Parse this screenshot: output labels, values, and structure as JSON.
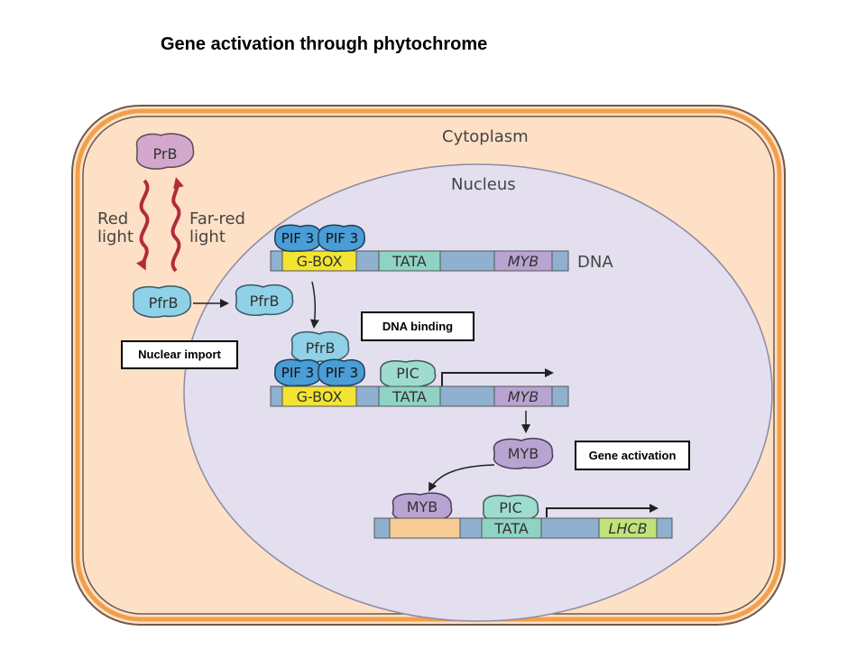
{
  "title": "Gene activation through phytochrome",
  "diagram": {
    "compartments": {
      "cytoplasm": "Cytoplasm",
      "nucleus": "Nucleus"
    },
    "light": {
      "red": [
        "Red",
        "light"
      ],
      "far_red": [
        "Far-red",
        "light"
      ]
    },
    "proteins": {
      "prb": "PrB",
      "pfrb": "PfrB",
      "pif3": "PIF 3",
      "pic": "PIC",
      "myb": "MYB"
    },
    "dna_label": "DNA",
    "promoter_elements": {
      "gbox": "G-BOX",
      "tata": "TATA",
      "myb_gene": "MYB",
      "lhcb_gene": "LHCB"
    },
    "step_labels": {
      "nuclear_import": "Nuclear import",
      "dna_binding": "DNA binding",
      "gene_activation": "Gene activation"
    }
  },
  "colors": {
    "cell_wall": "#f1a04a",
    "cytoplasm": "#fde0c6",
    "nucleus": "#e3dfee",
    "prb": "#d4a8cc",
    "pfrb": "#8fd1e6",
    "pif3": "#4a9dd6",
    "pic": "#9fdcd0",
    "myb_protein": "#b8a3d1",
    "dna": "#8fb1cf",
    "gbox": "#f2e431",
    "tata": "#8ed3c3",
    "myb_gene": "#b8a3d1",
    "lhcb_gene": "#bfe37a",
    "myb_site": "#f8cc96",
    "red_arrow": "#b22b3c"
  }
}
